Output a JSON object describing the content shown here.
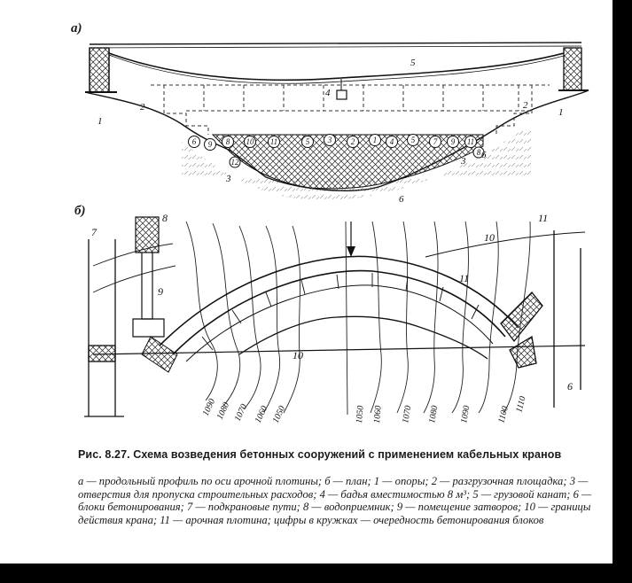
{
  "figure": {
    "panel_a_letter": "a)",
    "panel_b_letter": "б)",
    "profile_labels": [
      "1",
      "2",
      "3",
      "4",
      "5",
      "6",
      "1",
      "2",
      "3",
      "6"
    ],
    "block_order_numbers": [
      "6",
      "9",
      "8",
      "10",
      "11",
      "5",
      "3",
      "2",
      "1",
      "4",
      "5",
      "7",
      "9",
      "11",
      "12",
      "8"
    ],
    "plan_callouts": [
      "7",
      "8",
      "9",
      "10",
      "11",
      "11",
      "6",
      "10"
    ],
    "contour_labels": [
      "1090",
      "1080",
      "1070",
      "1060",
      "1050",
      "1050",
      "1060",
      "1070",
      "1080",
      "1090",
      "1100",
      "1110"
    ]
  },
  "caption": {
    "title": "Рис. 8.27. Схема возведения бетонных сооружений с применением кабельных кранов",
    "text": "а — продольный профиль по оси арочной плотины; б — план; 1 — опоры; 2 — разгрузочная площадка; 3 — отверстия для пропуска строительных расходов; 4 — бадья вместимостью 8 м³; 5 — грузовой канат; 6 — блоки бетонирования; 7 — подкрановые пути; 8 — водоприемник; 9 — помещение затворов; 10 — границы действия крана; 11 — арочная плотина; цифры в кружках — очередность бетонирования блоков"
  }
}
